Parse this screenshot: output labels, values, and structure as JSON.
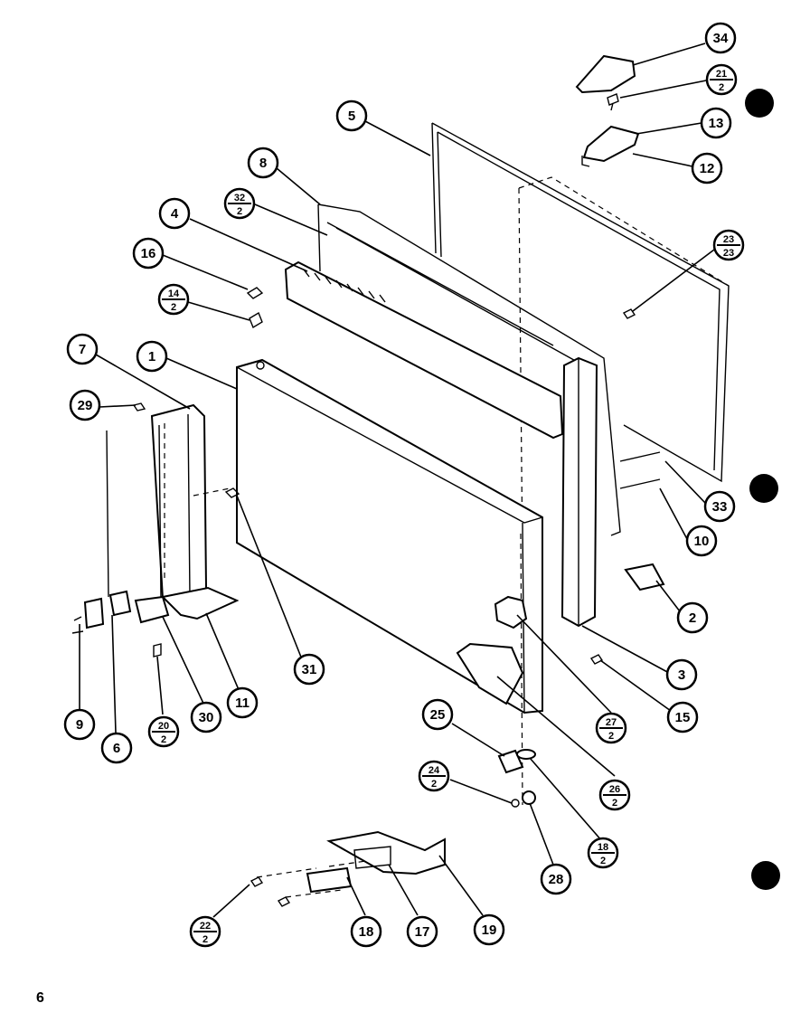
{
  "page": {
    "number": "6"
  },
  "callouts": [
    {
      "id": "34",
      "label": "34",
      "sub": ""
    },
    {
      "id": "21-2",
      "label": "21",
      "sub": "2"
    },
    {
      "id": "13",
      "label": "13",
      "sub": ""
    },
    {
      "id": "12",
      "label": "12",
      "sub": ""
    },
    {
      "id": "5",
      "label": "5",
      "sub": ""
    },
    {
      "id": "8",
      "label": "8",
      "sub": ""
    },
    {
      "id": "32-2",
      "label": "32",
      "sub": "2"
    },
    {
      "id": "4",
      "label": "4",
      "sub": ""
    },
    {
      "id": "23-23",
      "label": "23",
      "sub": "23"
    },
    {
      "id": "16",
      "label": "16",
      "sub": ""
    },
    {
      "id": "14-2",
      "label": "14",
      "sub": "2"
    },
    {
      "id": "7",
      "label": "7",
      "sub": ""
    },
    {
      "id": "1",
      "label": "1",
      "sub": ""
    },
    {
      "id": "29",
      "label": "29",
      "sub": ""
    },
    {
      "id": "33",
      "label": "33",
      "sub": ""
    },
    {
      "id": "10",
      "label": "10",
      "sub": ""
    },
    {
      "id": "2",
      "label": "2",
      "sub": ""
    },
    {
      "id": "31",
      "label": "31",
      "sub": ""
    },
    {
      "id": "3",
      "label": "3",
      "sub": ""
    },
    {
      "id": "15",
      "label": "15",
      "sub": ""
    },
    {
      "id": "11",
      "label": "11",
      "sub": ""
    },
    {
      "id": "30",
      "label": "30",
      "sub": ""
    },
    {
      "id": "9",
      "label": "9",
      "sub": ""
    },
    {
      "id": "6",
      "label": "6",
      "sub": ""
    },
    {
      "id": "20-2",
      "label": "20",
      "sub": "2"
    },
    {
      "id": "27-2",
      "label": "27",
      "sub": "2"
    },
    {
      "id": "25",
      "label": "25",
      "sub": ""
    },
    {
      "id": "26-2",
      "label": "26",
      "sub": "2"
    },
    {
      "id": "24-2",
      "label": "24",
      "sub": "2"
    },
    {
      "id": "28",
      "label": "28",
      "sub": ""
    },
    {
      "id": "18-2",
      "label": "18",
      "sub": "2"
    },
    {
      "id": "22-2",
      "label": "22",
      "sub": "2"
    },
    {
      "id": "18",
      "label": "18",
      "sub": ""
    },
    {
      "id": "17",
      "label": "17",
      "sub": ""
    },
    {
      "id": "19",
      "label": "19",
      "sub": ""
    }
  ]
}
